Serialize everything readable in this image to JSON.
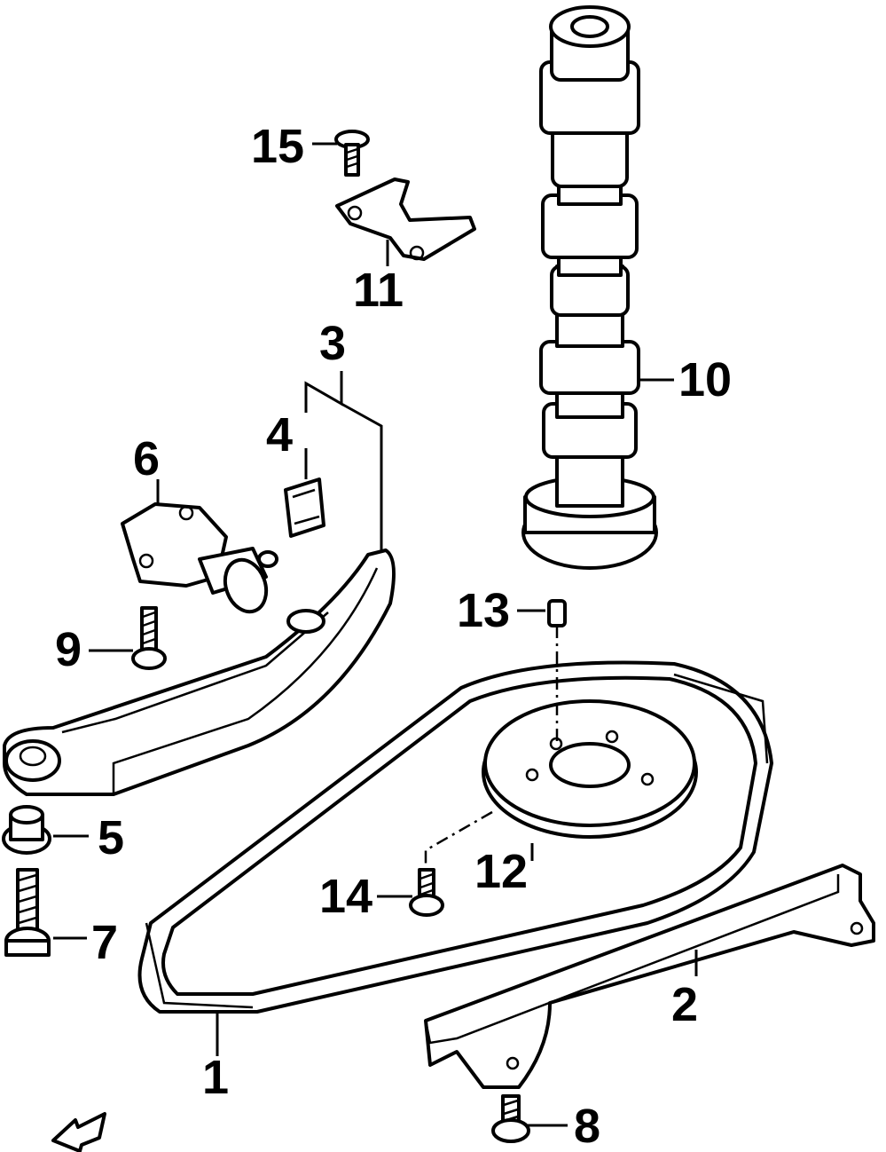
{
  "diagram": {
    "callouts": [
      {
        "id": "c1",
        "label": "1"
      },
      {
        "id": "c2",
        "label": "2"
      },
      {
        "id": "c3",
        "label": "3"
      },
      {
        "id": "c4",
        "label": "4"
      },
      {
        "id": "c5",
        "label": "5"
      },
      {
        "id": "c6",
        "label": "6"
      },
      {
        "id": "c7",
        "label": "7"
      },
      {
        "id": "c8",
        "label": "8"
      },
      {
        "id": "c9",
        "label": "9"
      },
      {
        "id": "c10",
        "label": "10"
      },
      {
        "id": "c11",
        "label": "11"
      },
      {
        "id": "c12",
        "label": "12"
      },
      {
        "id": "c13",
        "label": "13"
      },
      {
        "id": "c14",
        "label": "14"
      },
      {
        "id": "c15",
        "label": "15"
      }
    ],
    "parts": {
      "p1": "cam-chain",
      "p2": "chain-guide",
      "p3": "chain-tensioner-guide",
      "p4": "tensioner-clip",
      "p5": "collar",
      "p6": "tensioner-adjuster",
      "p7": "long-bolt",
      "p8": "guide-bolt",
      "p9": "adjuster-bolt",
      "p10": "camshaft",
      "p11": "cam-stopper-plate",
      "p12": "cam-sprocket",
      "p13": "dowel-pin",
      "p14": "sprocket-bolt",
      "p15": "stopper-screw"
    },
    "fwd_arrow": "fwd-arrow-icon"
  }
}
